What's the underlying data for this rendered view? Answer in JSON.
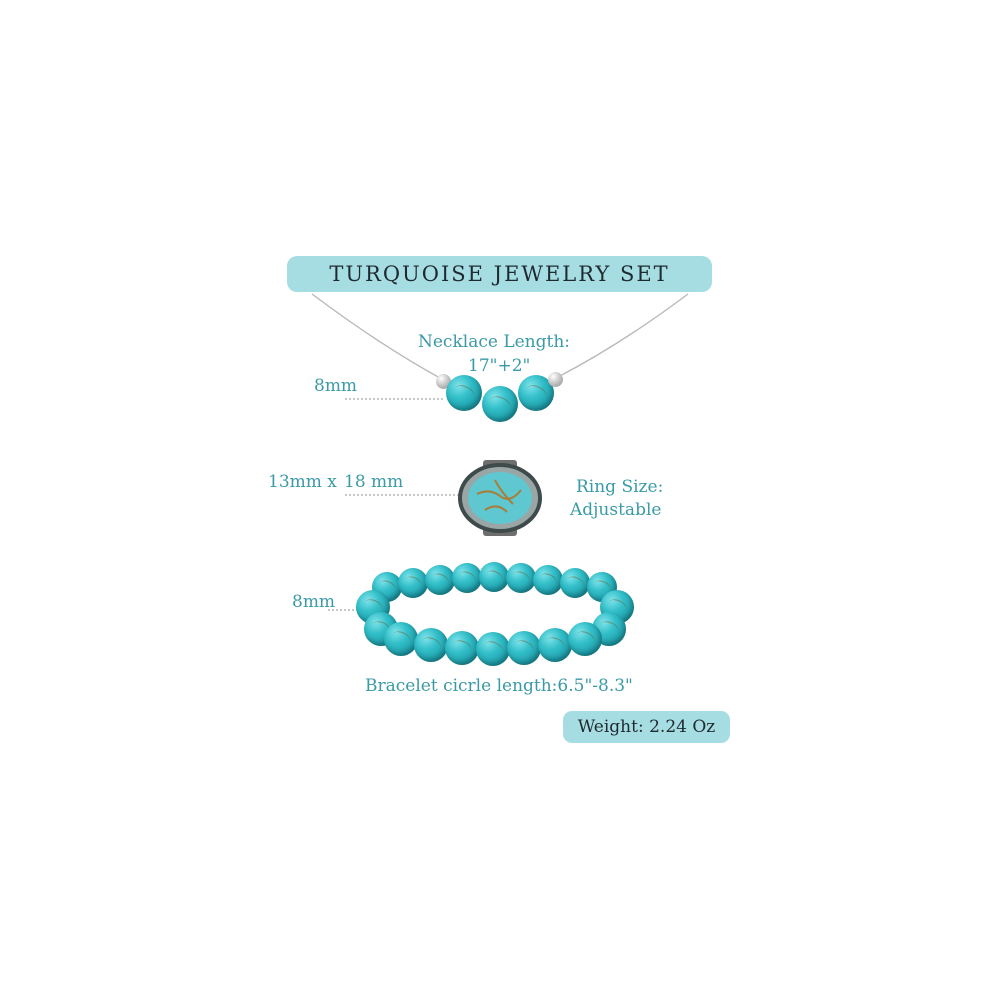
{
  "title": "TURQUOISE JEWELRY SET",
  "necklace": {
    "length_label": "Necklace Length:",
    "length_value": "17\"+2\"",
    "bead_size": "8mm"
  },
  "ring": {
    "dimension_a": "13mm x",
    "dimension_b": "18 mm",
    "size_label": "Ring Size:",
    "size_value": "Adjustable"
  },
  "bracelet": {
    "bead_size": "8mm",
    "length_label": "Bracelet cicrle length:",
    "length_value": "6.5\"-8.3\""
  },
  "weight": {
    "label": "Weight:",
    "value": "2.24 Oz"
  },
  "colors": {
    "accent_bar": "#a6dde2",
    "label_text": "#3a9aa6",
    "turquoise": "#33bfc9"
  }
}
